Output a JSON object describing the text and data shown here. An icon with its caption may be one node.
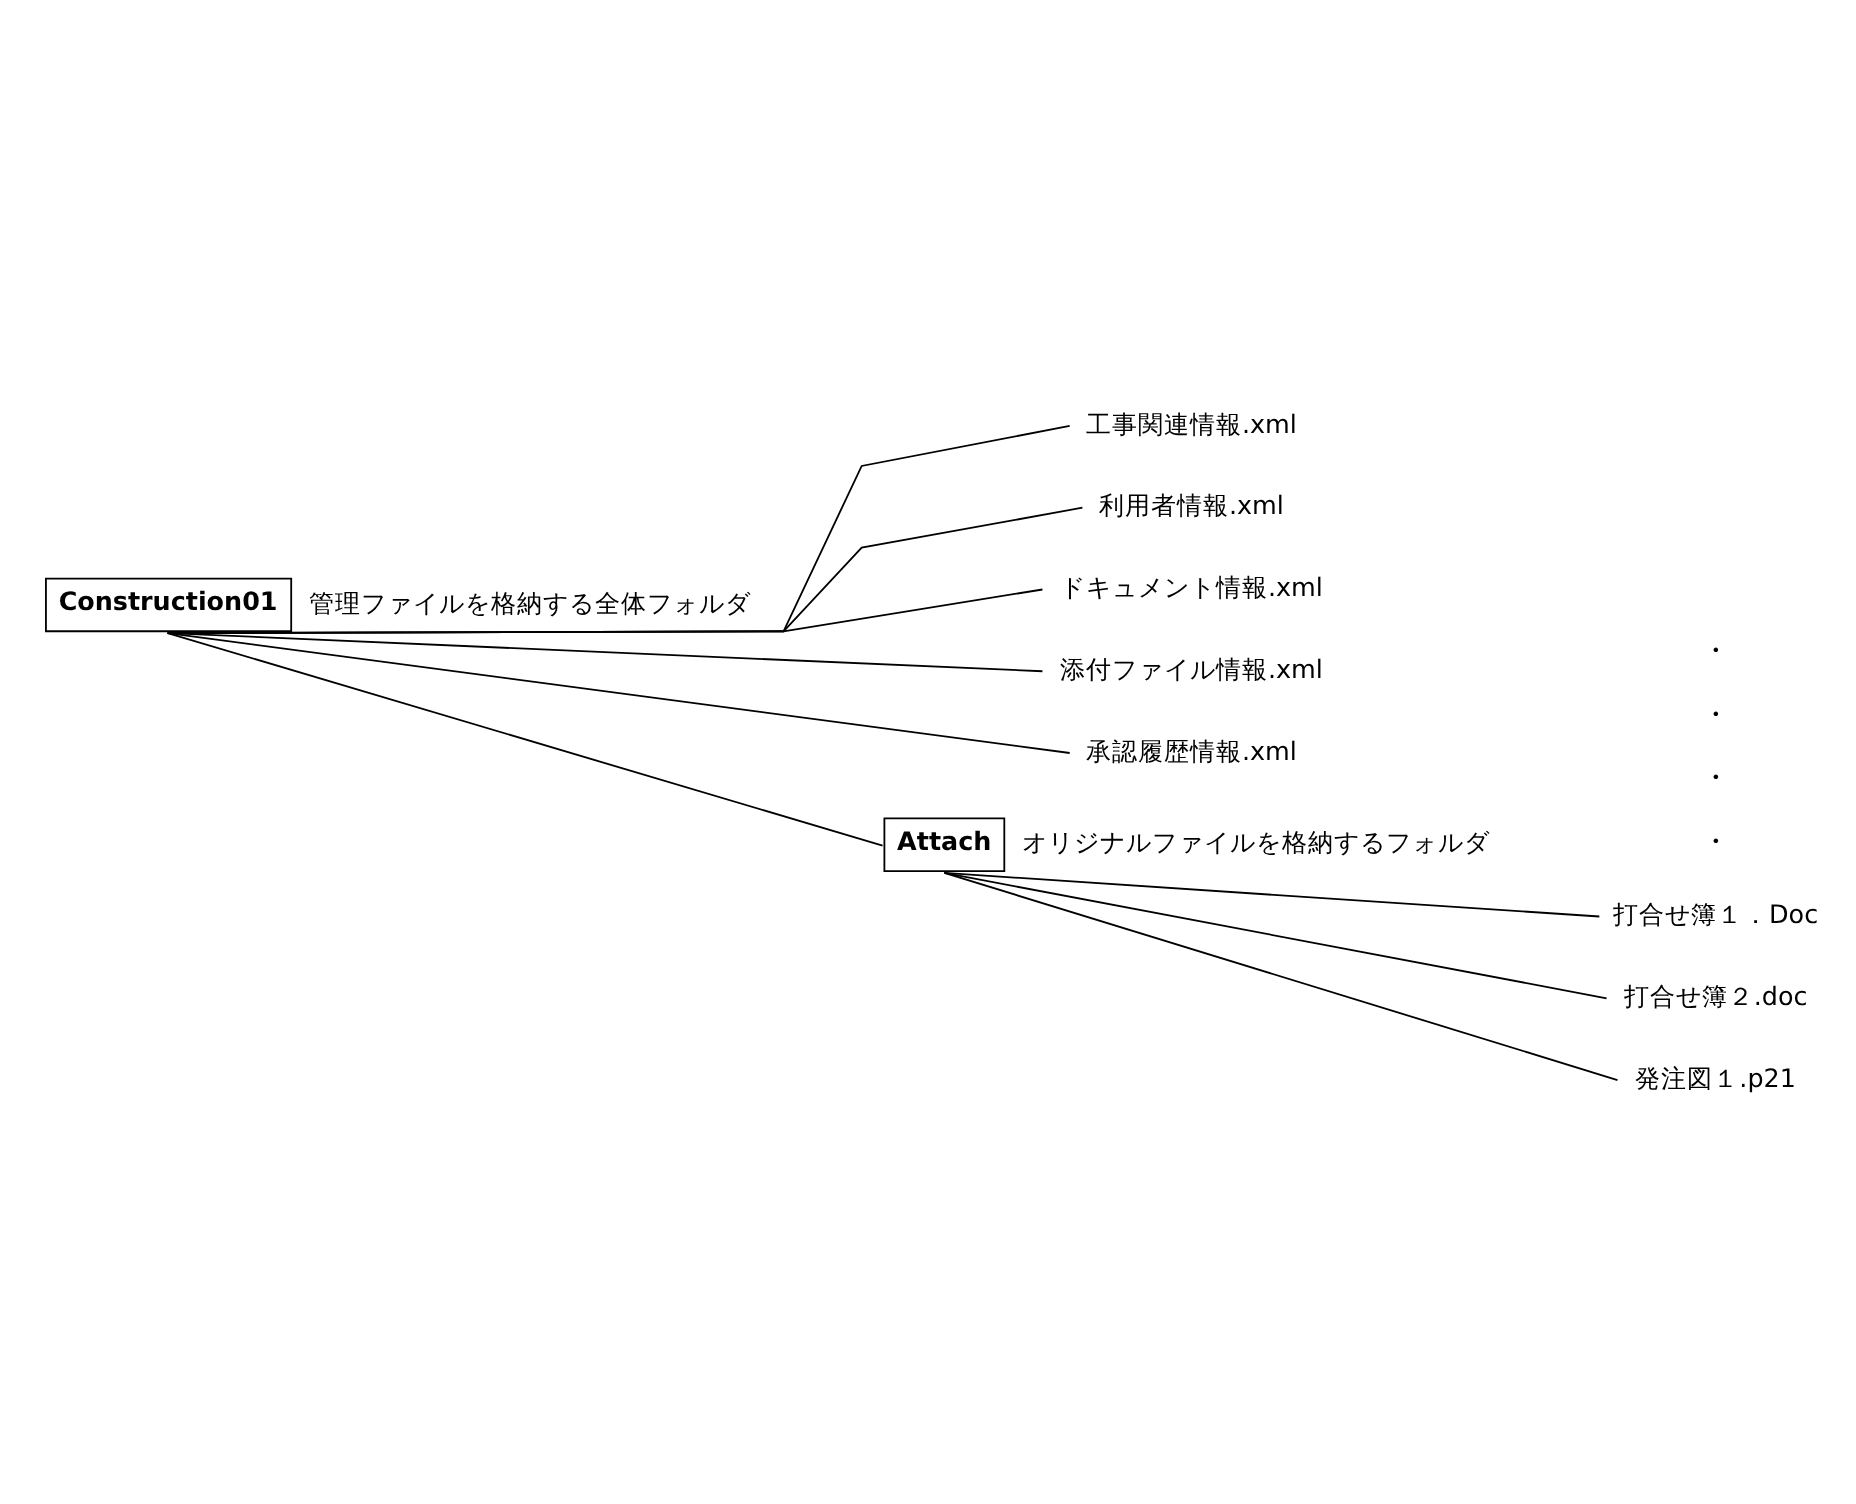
{
  "diagram": {
    "nodes": [
      {
        "text": [
          "Construction01"
        ],
        "beside": [
          "管理ファイルを格納する全体フォルダ"
        ]
      },
      {
        "text": [
          "工事関連情報.xml"
        ]
      },
      {
        "text": [
          "利用者情報.xml"
        ]
      },
      {
        "text": [
          "ドキュメント情報.xml"
        ]
      },
      {
        "text": [
          "添付ファイル情報.xml"
        ]
      },
      {
        "text": [
          "承認履歴情報.xml"
        ]
      },
      {
        "text": [
          "Attach"
        ],
        "beside": [
          "オリジナルファイルを格納するフォルダ"
        ]
      },
      {
        "text": [
          "打合せ簿１．Doc"
        ]
      },
      {
        "text": [
          "打合せ簿２.doc"
        ]
      },
      {
        "text": [
          "発注図１.p21"
        ]
      }
    ],
    "edges": [
      {
        "from": 0,
        "to": 1,
        "arrow": "none"
      },
      {
        "from": 0,
        "to": 2,
        "arrow": "none"
      },
      {
        "from": 0,
        "to": 3,
        "arrow": "none"
      },
      {
        "from": 0,
        "to": 4,
        "arrow": "none"
      },
      {
        "from": 0,
        "to": 5,
        "arrow": "none"
      },
      {
        "from": 0,
        "to": 6,
        "arrow": "none"
      },
      {
        "from": 6,
        "to": 7,
        "arrow": "none"
      },
      {
        "from": 6,
        "to": 8,
        "arrow": "none"
      },
      {
        "from": 6,
        "to": 9,
        "arrow": "none"
      }
    ],
    "labels": [
      "・",
      "・",
      "・",
      "・"
    ]
  }
}
